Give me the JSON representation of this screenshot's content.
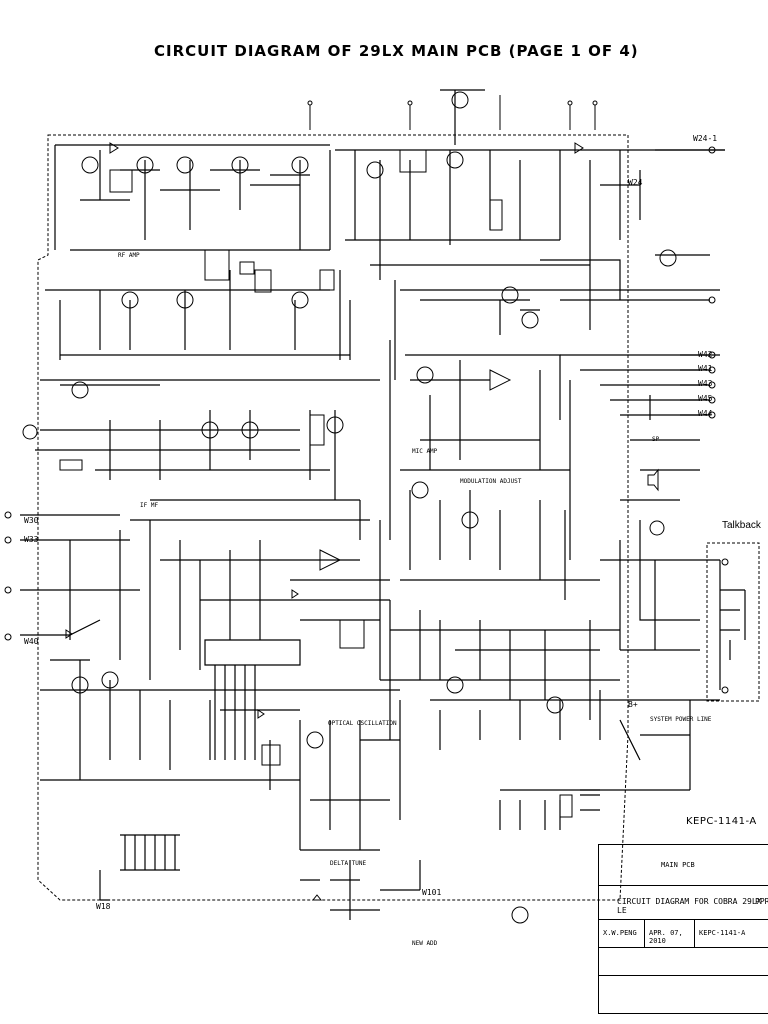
{
  "title": "CIRCUIT DIAGRAM OF 29LX MAIN PCB (PAGE 1 OF 4)",
  "talkback_label": "Talkback",
  "board_code": "KEPC-1141-A",
  "title_block": {
    "main": "MAIN PCB",
    "description": "CIRCUIT DIAGRAM FOR COBRA 29LX LE",
    "code_short": "PPR",
    "drawn_by": "X.W.PENG",
    "date": "APR. 07, 2010",
    "doc_no": "KEPC-1141-A"
  },
  "net_labels": {
    "w24_1": "W24-1",
    "w42": "W42",
    "w41": "W41",
    "w43": "W43",
    "w45": "W45",
    "w44": "W44",
    "w30": "W30",
    "w33": "W33",
    "w40": "W40",
    "w18": "W18",
    "w101": "W101",
    "w24": "W24",
    "system_power_line": "SYSTEM POWER LINE",
    "delta_tune": "DELTA TUNE",
    "new_add": "NEW ADD",
    "optical_oscillation": "OPTICAL OSCILLATION",
    "modulation_adjust": "MODULATION ADJUST",
    "mic_amp": "MIC AMP",
    "rf_amp": "RF AMP",
    "b_plus": "B+",
    "sp": "SP",
    "ifmf": "IF MF"
  }
}
